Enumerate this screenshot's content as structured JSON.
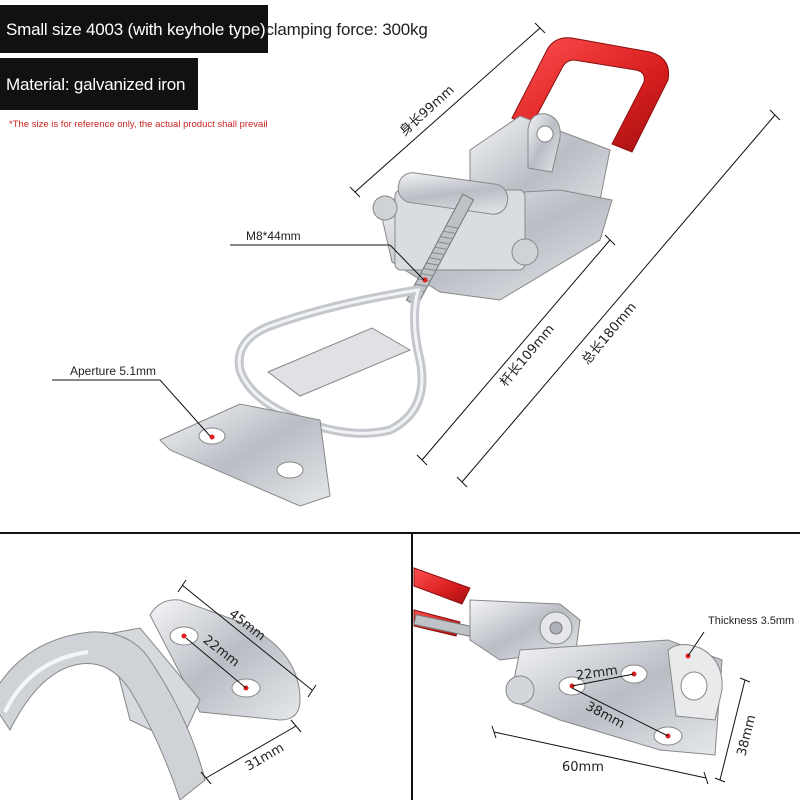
{
  "headline": {
    "line1_part1": "Small size 4003 (with keyhole type) ",
    "line1_part2": "clamping force: 300kg",
    "line2": "Material: galvanized iron"
  },
  "note": "*The size is for reference only, the actual product shall prevail",
  "labels": {
    "thread": "M8*44mm",
    "aperture": "Aperture 5.1mm",
    "body_length": "身长99mm",
    "rod_length": "杆长109mm",
    "total_length": "总长180mm"
  },
  "bottom_left": {
    "width": "45mm",
    "hole_spacing": "22mm",
    "depth": "31mm"
  },
  "bottom_right": {
    "thickness": "Thickness 3.5mm",
    "hole_spacing": "22mm",
    "diag": "38mm",
    "width": "60mm",
    "height": "38mm"
  },
  "colors": {
    "grip_red": "#d91e1e",
    "steel": "#c9ccd1",
    "annotation_dot": "#e02020"
  }
}
